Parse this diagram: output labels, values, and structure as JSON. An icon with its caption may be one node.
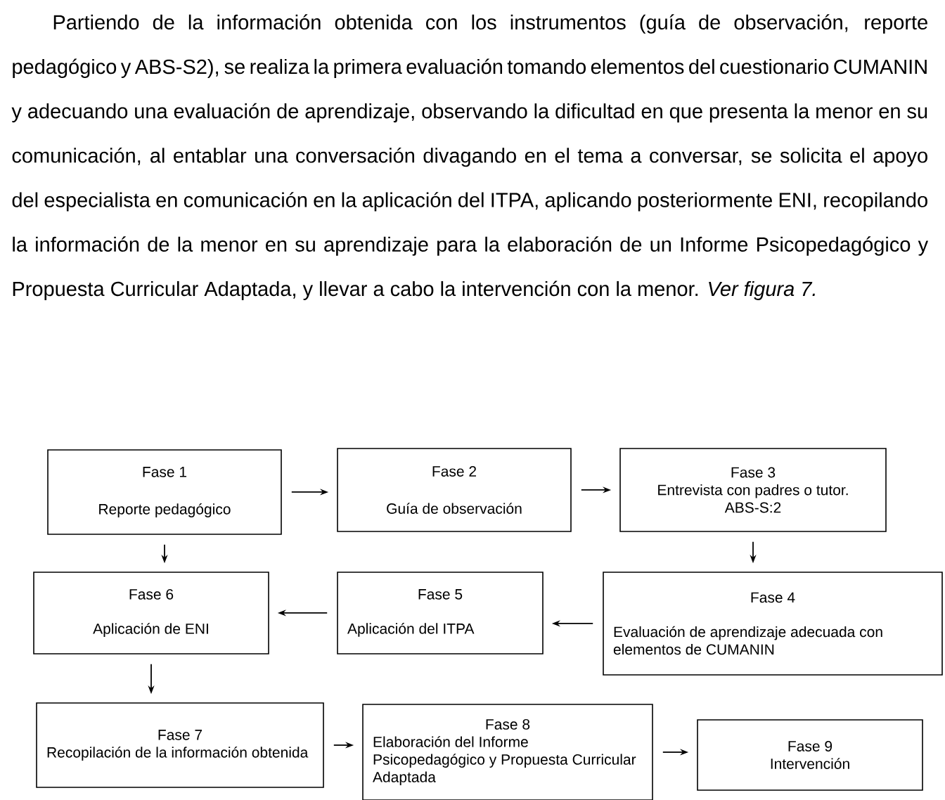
{
  "diagram": {
    "nodes": [
      {
        "text": [
          "Fase 1",
          "Reporte pedagógico"
        ]
      },
      {
        "text": [
          "Fase 2",
          "Guía de observación"
        ]
      },
      {
        "text": [
          "Fase 3",
          "Entrevista con padres o tutor. ABS-S:2"
        ]
      },
      {
        "text": [
          "Fase 4",
          "Evaluación de aprendizaje adecuada con elementos de CUMANIN"
        ]
      },
      {
        "text": [
          "Fase 5",
          "Aplicación del ITPA"
        ]
      },
      {
        "text": [
          "Fase 6",
          "Aplicación de ENI"
        ]
      },
      {
        "text": [
          "Fase 7",
          "Recopilación de la información obtenida"
        ]
      },
      {
        "text": [
          "Fase 8",
          "Elaboración del Informe Psicopedagógico y Propuesta Curricular Adaptada"
        ]
      },
      {
        "text": [
          "Fase 9",
          "Intervención"
        ]
      }
    ],
    "edges": [
      {
        "from": 0,
        "to": 1,
        "arrow": "to"
      },
      {
        "from": 1,
        "to": 2,
        "arrow": "to"
      },
      {
        "from": 2,
        "to": 3,
        "arrow": "to"
      },
      {
        "from": 3,
        "to": 4,
        "arrow": "to"
      },
      {
        "from": 4,
        "to": 5,
        "arrow": "to"
      },
      {
        "from": 0,
        "to": 5,
        "arrow": "to"
      },
      {
        "from": 5,
        "to": 6,
        "arrow": "to"
      },
      {
        "from": 6,
        "to": 7,
        "arrow": "to"
      },
      {
        "from": 7,
        "to": 8,
        "arrow": "to"
      }
    ],
    "labels": [
      "Partiendo de la información obtenida con los instrumentos (guía de observación, reporte pedagógico y ABS-S2), se realiza la primera evaluación tomando elementos del cuestionario CUMANIN y adecuando una evaluación de aprendizaje, observando la dificultad en que presenta la menor en su comunicación, al entablar una conversación divagando en el tema a conversar, se solicita el apoyo del especialista en comunicación en la aplicación del ITPA, aplicando posteriormente ENI, recopilando la información de la menor en su aprendizaje para la elaboración de un Informe Psicopedagógico y Propuesta Curricular Adaptada, y llevar a cabo la intervención con la menor. *Ver figura 7.*"
    ]
  }
}
